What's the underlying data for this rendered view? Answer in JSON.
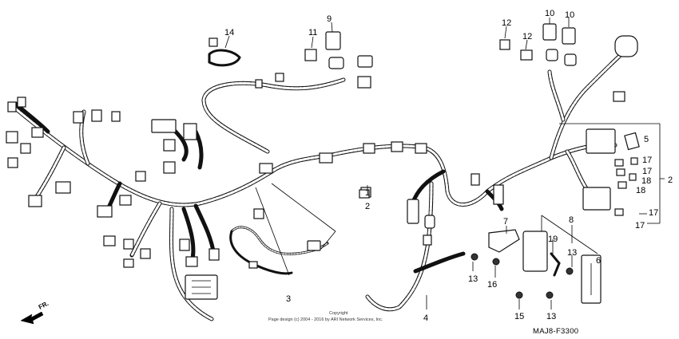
{
  "callouts": {
    "c1": "1",
    "c2": "2",
    "c2r": "2",
    "c3": "3",
    "c4": "4",
    "c5": "5",
    "c6": "6",
    "c7": "7",
    "c8": "8",
    "c9": "9",
    "c10a": "10",
    "c10b": "10",
    "c11": "11",
    "c12a": "12",
    "c12b": "12",
    "c13a": "13",
    "c13b": "13",
    "c13c": "13",
    "c14": "14",
    "c15": "15",
    "c16": "16",
    "c17a": "17",
    "c17b": "17",
    "c17c": "17",
    "c17d": "17",
    "c18a": "18",
    "c18b": "18",
    "c19": "19"
  },
  "copyright_line1": "Copyright",
  "copyright_line2": "Page design (c) 2004 - 2016 by ARI Network Services, Inc.",
  "diagram_code": "MAJ8-F3300",
  "direction_label": "FR."
}
